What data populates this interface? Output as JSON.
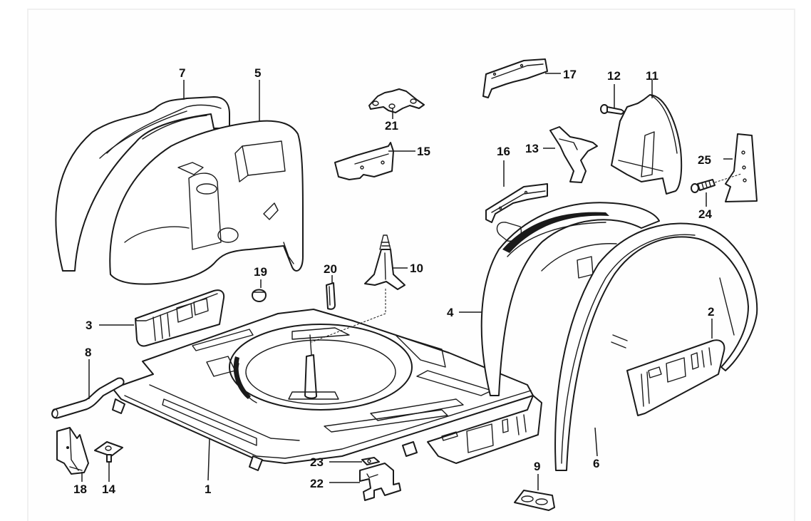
{
  "diagram": {
    "title": "Rear wheel housing / floor panel exploded parts diagram",
    "colors": {
      "line": "#1a1a1a",
      "background": "#ffffff",
      "panel_border": "#f0f0f0"
    },
    "callouts": [
      {
        "id": "1",
        "label": "1",
        "part": "floor-panel"
      },
      {
        "id": "2",
        "label": "2",
        "part": "right-side-member"
      },
      {
        "id": "3",
        "label": "3",
        "part": "left-side-member"
      },
      {
        "id": "4",
        "label": "4",
        "part": "right-inner-wheel-housing"
      },
      {
        "id": "5",
        "label": "5",
        "part": "left-inner-wheel-housing"
      },
      {
        "id": "6",
        "label": "6",
        "part": "right-outer-wheel-arch"
      },
      {
        "id": "7",
        "label": "7",
        "part": "left-outer-wheel-arch"
      },
      {
        "id": "8",
        "label": "8",
        "part": "pipe"
      },
      {
        "id": "9",
        "label": "9",
        "part": "bracket"
      },
      {
        "id": "10",
        "label": "10",
        "part": "spare-wheel-holder"
      },
      {
        "id": "11",
        "label": "11",
        "part": "cover-plate"
      },
      {
        "id": "12",
        "label": "12",
        "part": "screw"
      },
      {
        "id": "13",
        "label": "13",
        "part": "bracket"
      },
      {
        "id": "14",
        "label": "14",
        "part": "clip-nut"
      },
      {
        "id": "15",
        "label": "15",
        "part": "bracket"
      },
      {
        "id": "16",
        "label": "16",
        "part": "bracket"
      },
      {
        "id": "17",
        "label": "17",
        "part": "bracket"
      },
      {
        "id": "18",
        "label": "18",
        "part": "bracket"
      },
      {
        "id": "19",
        "label": "19",
        "part": "plug"
      },
      {
        "id": "20",
        "label": "20",
        "part": "pin"
      },
      {
        "id": "21",
        "label": "21",
        "part": "bracket"
      },
      {
        "id": "22",
        "label": "22",
        "part": "bracket"
      },
      {
        "id": "23",
        "label": "23",
        "part": "clip"
      },
      {
        "id": "24",
        "label": "24",
        "part": "bolt"
      },
      {
        "id": "25",
        "label": "25",
        "part": "gusset-plate"
      }
    ]
  }
}
